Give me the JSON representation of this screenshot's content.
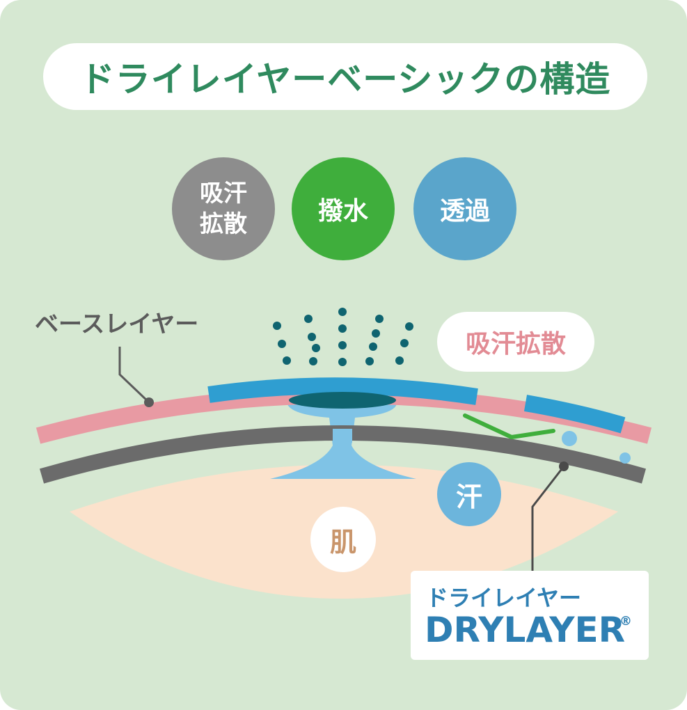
{
  "title": "ドライレイヤーベーシックの構造",
  "functions": [
    {
      "label": "吸汗拡散",
      "color": "#8d8d8d"
    },
    {
      "label": "撥水",
      "color": "#3fae3c"
    },
    {
      "label": "透過",
      "color": "#5aa5cb"
    }
  ],
  "labels": {
    "base_layer": "ベースレイヤー",
    "diffusion": "吸汗拡散",
    "sweat": "汗",
    "skin": "肌",
    "drylayer_jp": "ドライレイヤー",
    "drylayer_en": "DRYLAYER",
    "registered": "®"
  },
  "colors": {
    "background": "#d6e8d2",
    "title": "#2f8a5e",
    "pink_layer": "#e89aa3",
    "blue_layer": "#2f9ed1",
    "gray_layer": "#6b6b6b",
    "sweat_light": "#7fc3e6",
    "skin": "#fbe2cc",
    "repel_line": "#3fae3c"
  }
}
